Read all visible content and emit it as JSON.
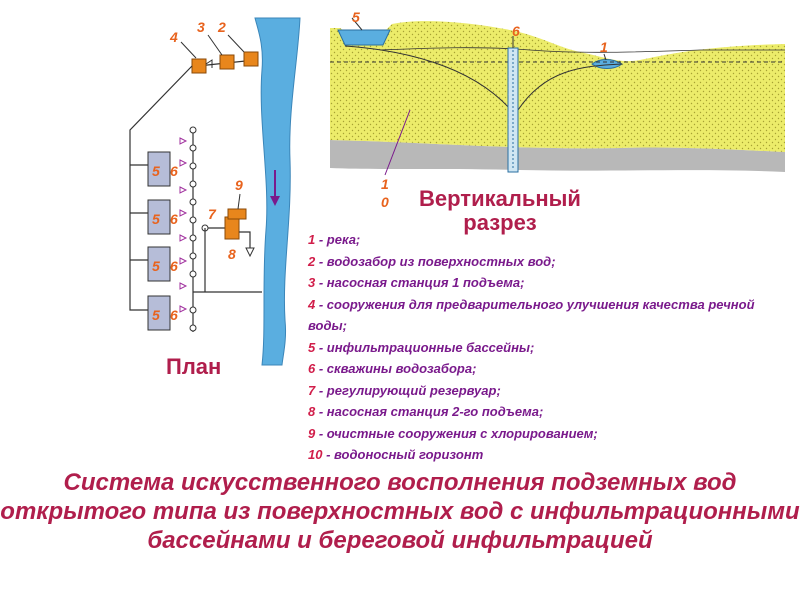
{
  "labels": {
    "river": "1",
    "intake": "2",
    "pump1": "3",
    "pretreat": "4",
    "basin": "5",
    "wells": "6",
    "reservoir": "7",
    "pump2": "8",
    "treatment": "9",
    "aquifer_line1": "1",
    "aquifer_line2": "0"
  },
  "plan_title": "План",
  "section_title": "Вертикальный разрез",
  "legend": [
    {
      "num": "1",
      "text": " - река;"
    },
    {
      "num": "2",
      "text": " - водозабор из поверхностных вод;"
    },
    {
      "num": "3",
      "text": " - насосная станция 1 подъема;"
    },
    {
      "num": "4",
      "text": " - сооружения для предварительного улучшения качества речной воды;"
    },
    {
      "num": "5",
      "text": " - инфильтрационные бассейны;"
    },
    {
      "num": "6",
      "text": " - скважины водозабора;"
    },
    {
      "num": "7",
      "text": " - регулирующий резервуар;"
    },
    {
      "num": "8",
      "text": " - насосная станция 2-го подъема;"
    },
    {
      "num": "9",
      "text": " - очистные сооружения с хлорированием;"
    },
    {
      "num": "10",
      "text": " - водоносный горизонт"
    }
  ],
  "main_title": "Система искусственного восполнения подземных вод открытого типа из поверхностных вод с инфильтрационными бассейнами и береговой инфильтрацией",
  "colors": {
    "river": "#5aaee0",
    "soil": "#ecec6a",
    "soil_dots": "#a7a233",
    "bedrock": "#b8b8b8",
    "structure": "#e8861c",
    "basin_plan": "#b6bdd8",
    "accent_text": "#b01e4c",
    "legend_text": "#7a1a8c"
  }
}
